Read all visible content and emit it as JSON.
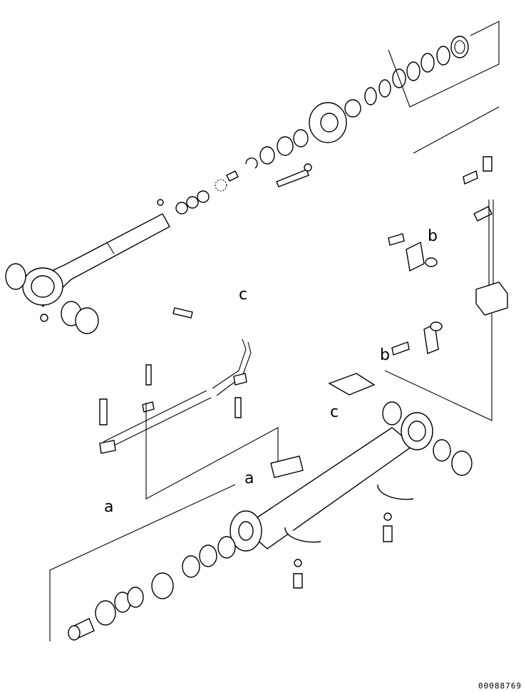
{
  "drawing": {
    "ref_labels": [
      "a",
      "a",
      "b",
      "b",
      "c",
      "c"
    ],
    "drawing_number": "00088769"
  }
}
